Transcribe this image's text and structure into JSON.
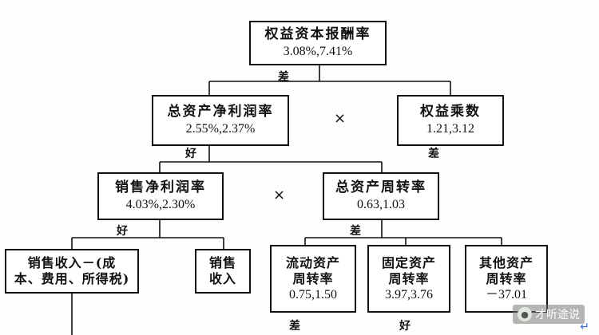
{
  "nodes": {
    "roe": {
      "name": "权益资本报酬率",
      "values": "3.08%,7.41%"
    },
    "roa": {
      "name": "总资产净利润率",
      "values": "2.55%,2.37%"
    },
    "equity_multiplier": {
      "name": "权益乘数",
      "values": "1.21,3.12"
    },
    "net_margin": {
      "name": "销售净利润率",
      "values": "4.03%,2.30%"
    },
    "asset_turnover": {
      "name": "总资产周转率",
      "values": "0.63,1.03"
    },
    "sales_minus_costs": {
      "line1": "销售收入－(成",
      "line2": "本、费用、所得税)"
    },
    "sales_revenue": {
      "line1": "销售",
      "line2": "收入"
    },
    "current_turnover": {
      "line1": "流动资产",
      "line2": "周转率",
      "values": "0.75,1.50"
    },
    "fixed_turnover": {
      "line1": "固定资产",
      "line2": "周转率",
      "values": "3.97,3.76"
    },
    "other_turnover": {
      "line1": "其他资产",
      "line2": "周转率",
      "values": "－37.01"
    }
  },
  "operators": {
    "times": "×"
  },
  "tags": {
    "roe_tag": "差",
    "roa_tag": "好",
    "em_tag": "差",
    "margin_tag": "好",
    "turnover_tag": "差",
    "current_tag": "差",
    "fixed_tag": "好"
  },
  "watermark": {
    "text": "才听途说",
    "icon": "wechat-icon"
  },
  "enter_glyph": "↵"
}
